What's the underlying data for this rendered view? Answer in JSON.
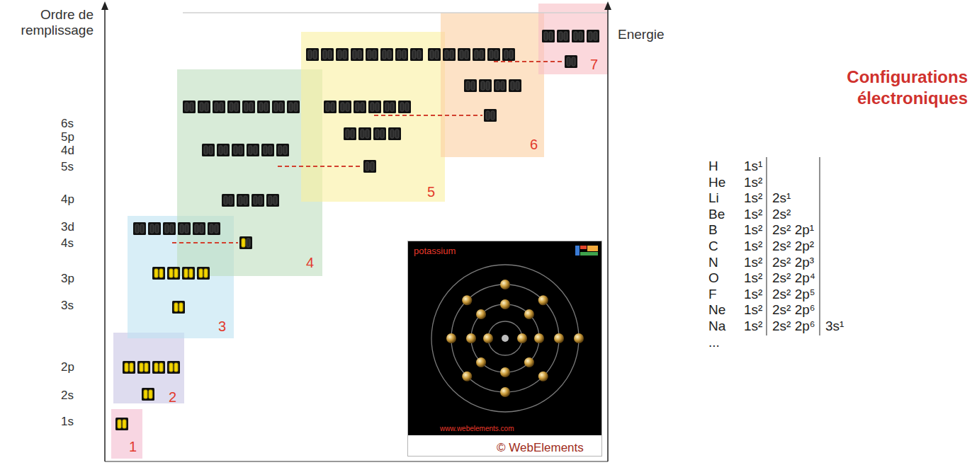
{
  "diagram": {
    "title": "Configurations électroniques",
    "nodes": [
      {
        "text": [
          "1"
        ]
      },
      {
        "text": [
          "2"
        ]
      },
      {
        "text": [
          "3"
        ]
      },
      {
        "text": [
          "4"
        ]
      },
      {
        "text": [
          "5"
        ]
      },
      {
        "text": [
          "6"
        ]
      },
      {
        "text": [
          "7"
        ]
      },
      {
        "text": [
          "potassium",
          "www.webelements.com",
          "© WebElements"
        ]
      }
    ],
    "labels": [
      "Ordre de remplissage",
      "Energie",
      "6s",
      "5p",
      "4d",
      "5s",
      "4p",
      "3d",
      "4s",
      "3p",
      "3s",
      "2p",
      "2s",
      "1s",
      "H",
      "1s¹",
      "He",
      "1s²",
      "Li",
      "1s²",
      "2s¹",
      "Be",
      "1s²",
      "2s²",
      "B",
      "1s²",
      "2s² 2p¹",
      "C",
      "1s²",
      "2s² 2p²",
      "N",
      "1s²",
      "2s² 2p³",
      "O",
      "1s²",
      "2s² 2p⁴",
      "F",
      "1s²",
      "2s² 2p⁵",
      "Ne",
      "1s²",
      "2s² 2p⁶",
      "Na",
      "1s²",
      "2s² 2p⁶",
      "3s¹",
      "..."
    ]
  }
}
